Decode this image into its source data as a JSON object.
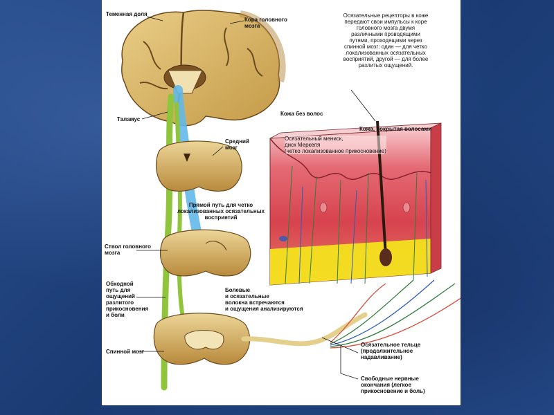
{
  "labels": {
    "parietal_lobe": "Теменная доля",
    "cortex": "Кора головного\nмозга",
    "thalamus": "Таламус",
    "midbrain": "Средний\nмозг",
    "direct_path": "Прямой путь для четко\nлокализованных осязательных\nвосприятий",
    "brainstem": "Ствол головного\nмозга",
    "bypass_path": "Обходной\nпуть для\nощущений\nразлитого\nприкосновения\nи боли",
    "pain_fibers": "Болевые\nи осязательные\nволокна встречаются\nи ощущения анализируются",
    "spinal_cord": "Спинной мозг",
    "intro_text": "Осязательные рецепторы в коже\nпередают свои импульсы к коре\nголовного мозга двумя\nразличными проводящими\nпутями, проходящими через\nспинной мозг: один — для четко\nлокализованных осязательных\nвосприятий, другой — для более\nразлитых ощущений.",
    "hairless_skin": "Кожа без волос",
    "hairy_skin": "Кожа, покрытая волосами",
    "meniscus": "Осязательный мениск,\nдиск Меркеля\n(четко локализованное прикосновение)",
    "corpuscle": "Осязательное тельце\n(продолжительное\nнадавливание)",
    "free_endings": "Свободные нервные\nокончания (легкое\nприкосновение и боль)"
  },
  "colors": {
    "background": "#1d3f78",
    "brain_tissue": "#d9b86a",
    "brain_dark": "#6b4a1e",
    "direct_path": "#62b8e8",
    "bypass_path": "#8fc43c",
    "skin_top": "#f2b7bf",
    "skin_middle": "#d8525a",
    "fat_layer": "#f3e21e"
  }
}
